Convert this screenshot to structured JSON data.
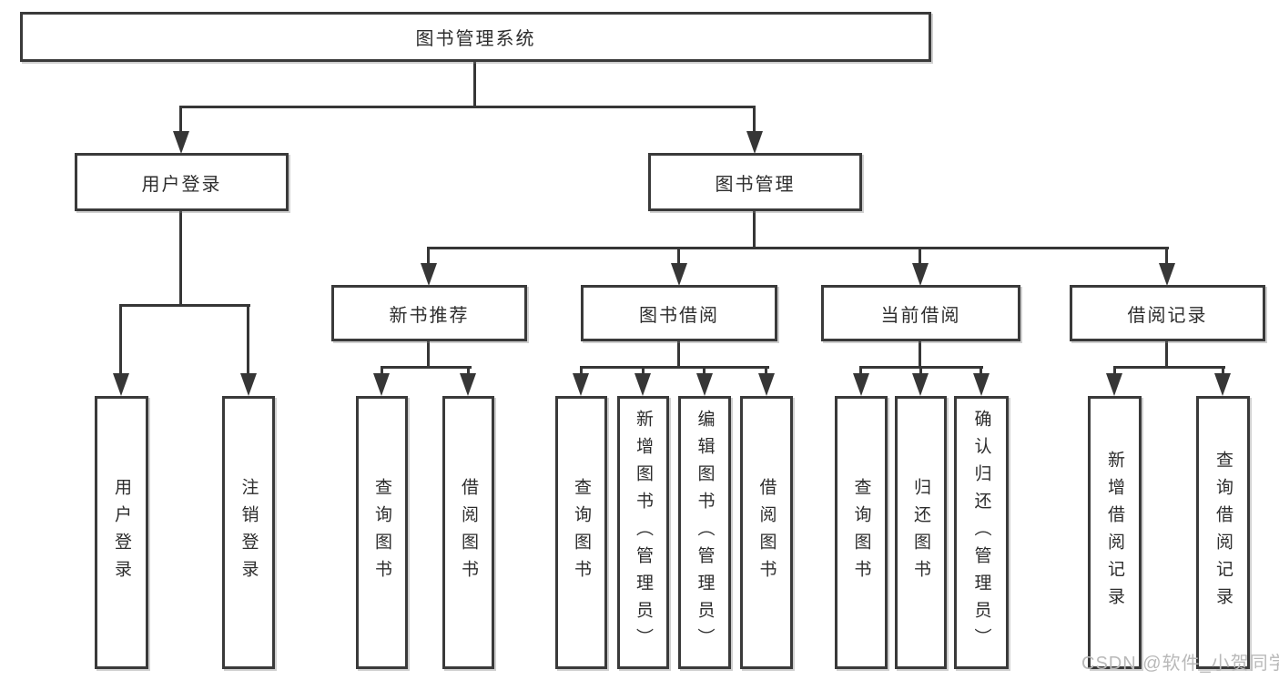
{
  "title": "图书管理系统",
  "branches": [
    {
      "label": "用户登录",
      "children": [
        "用户登录",
        "注销登录"
      ]
    },
    {
      "label": "图书管理",
      "groups": [
        {
          "label": "新书推荐",
          "children": [
            "查询图书",
            "借阅图书"
          ]
        },
        {
          "label": "图书借阅",
          "children": [
            "查询图书",
            "新增图书（管理员）",
            "编辑图书（管理员）",
            "借阅图书"
          ]
        },
        {
          "label": "当前借阅",
          "children": [
            "查询图书",
            "归还图书",
            "确认归还（管理员）"
          ]
        },
        {
          "label": "借阅记录",
          "children": [
            "新增借阅记录",
            "查询借阅记录"
          ]
        }
      ]
    }
  ],
  "watermark": "CSDN @软件_小贺同学",
  "colors": {
    "line": "#363636",
    "border": "#3a3a3a",
    "text": "#2d2d2d",
    "watermark": "#b9b9b9",
    "background": "#ffffff"
  }
}
